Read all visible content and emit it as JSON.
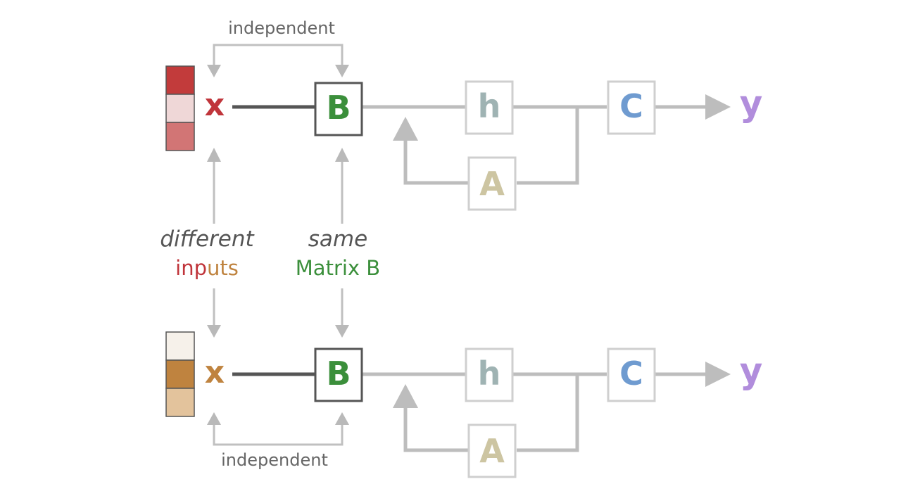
{
  "top": {
    "label_independent": "independent",
    "x_label": "x",
    "b_label": "B",
    "h_label": "h",
    "a_label": "A",
    "c_label": "C",
    "y_label": "y",
    "vector_colors": [
      "#c23b3b",
      "#efd7d7",
      "#d27575"
    ]
  },
  "bottom": {
    "label_independent": "independent",
    "x_label": "x",
    "b_label": "B",
    "h_label": "h",
    "a_label": "A",
    "c_label": "C",
    "y_label": "y",
    "vector_colors": [
      "#f6f1ea",
      "#bf833f",
      "#e3c39c"
    ]
  },
  "middle": {
    "different": "different",
    "inputs_part1": "inp",
    "inputs_part2": "uts",
    "same": "same",
    "matrix_b": "Matrix B"
  },
  "colors": {
    "x_top": "#c0353b",
    "x_bottom": "#bf833f",
    "b": "#3b8f3b",
    "h": "#9fb3b3",
    "a": "#cdc5a2",
    "c": "#6f9bd0",
    "y": "#b18ddc",
    "inputs_red": "#c0353b",
    "inputs_orange": "#bf833f",
    "matrix_b": "#3b8f3b"
  }
}
